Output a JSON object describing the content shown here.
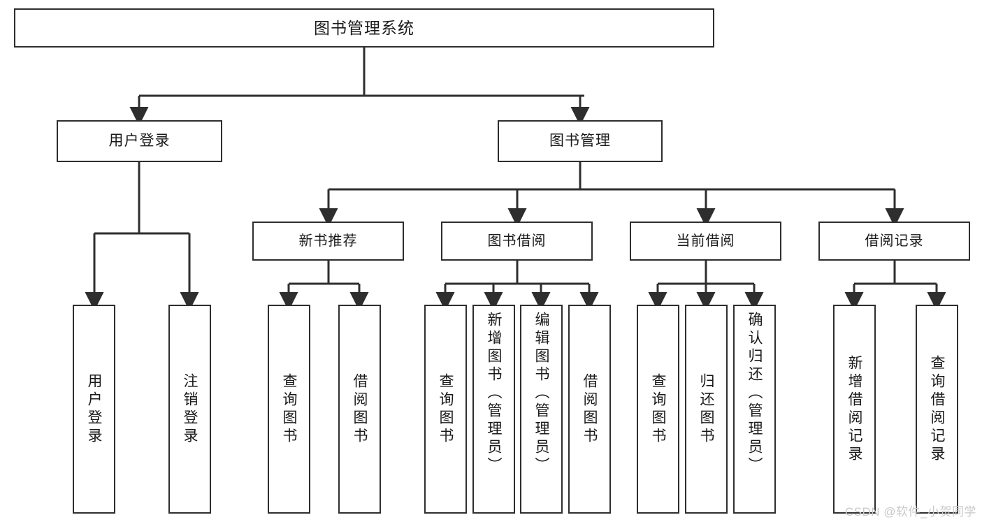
{
  "diagram": {
    "title": "图书管理系统",
    "type": "tree",
    "watermark": "CSDN @软件_小贺同学",
    "stroke_color": "#2e2e2e",
    "fill_color": "#ffffff",
    "text_color": "#1a1a1a",
    "watermark_color": "#c9c9c9"
  },
  "root": {
    "label": "图书管理系统"
  },
  "level1": [
    {
      "label": "用户登录"
    },
    {
      "label": "图书管理"
    }
  ],
  "level2": [
    {
      "label": "新书推荐"
    },
    {
      "label": "图书借阅"
    },
    {
      "label": "当前借阅"
    },
    {
      "label": "借阅记录"
    }
  ],
  "leaves": {
    "user_login": [
      {
        "label": "用户登录"
      },
      {
        "label": "注销登录"
      }
    ],
    "new_book": [
      {
        "label": "查询图书"
      },
      {
        "label": "借阅图书"
      }
    ],
    "borrow": [
      {
        "label": "查询图书"
      },
      {
        "label": "新增图书（管理员）"
      },
      {
        "label": "编辑图书（管理员）"
      },
      {
        "label": "借阅图书"
      }
    ],
    "current": [
      {
        "label": "查询图书"
      },
      {
        "label": "归还图书"
      },
      {
        "label": "确认归还（管理员）"
      }
    ],
    "records": [
      {
        "label": "新增借阅记录"
      },
      {
        "label": "查询借阅记录"
      }
    ]
  }
}
